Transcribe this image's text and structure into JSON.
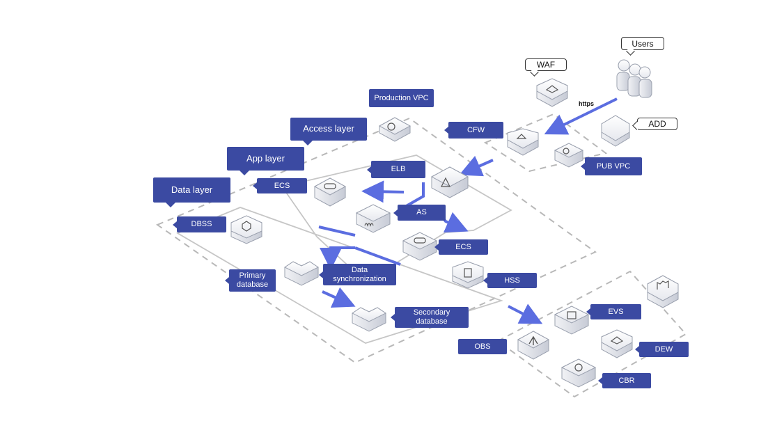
{
  "labels": {
    "production_vpc": "Production VPC",
    "access_layer": "Access layer",
    "app_layer": "App layer",
    "data_layer": "Data layer",
    "ecs_top": "ECS",
    "elb": "ELB",
    "cfw": "CFW",
    "as": "AS",
    "dbss": "DBSS",
    "ecs_bottom": "ECS",
    "primary_database": "Primary database",
    "data_synchronization": "Data synchronization",
    "hss": "HSS",
    "secondary_database": "Secondary database",
    "evs": "EVS",
    "obs": "OBS",
    "dew": "DEW",
    "cbr": "CBR",
    "pub_vpc": "PUB  VPC"
  },
  "callouts": {
    "users": "Users",
    "waf": "WAF",
    "add": "ADD"
  },
  "connection": {
    "https": "https"
  },
  "colors": {
    "label_fill": "#3b4aa2",
    "arrow": "#5b6de0",
    "dashed_border": "#b8b8b8",
    "solid_border": "#c6c6c6",
    "icon_body": "#e9ebef"
  }
}
